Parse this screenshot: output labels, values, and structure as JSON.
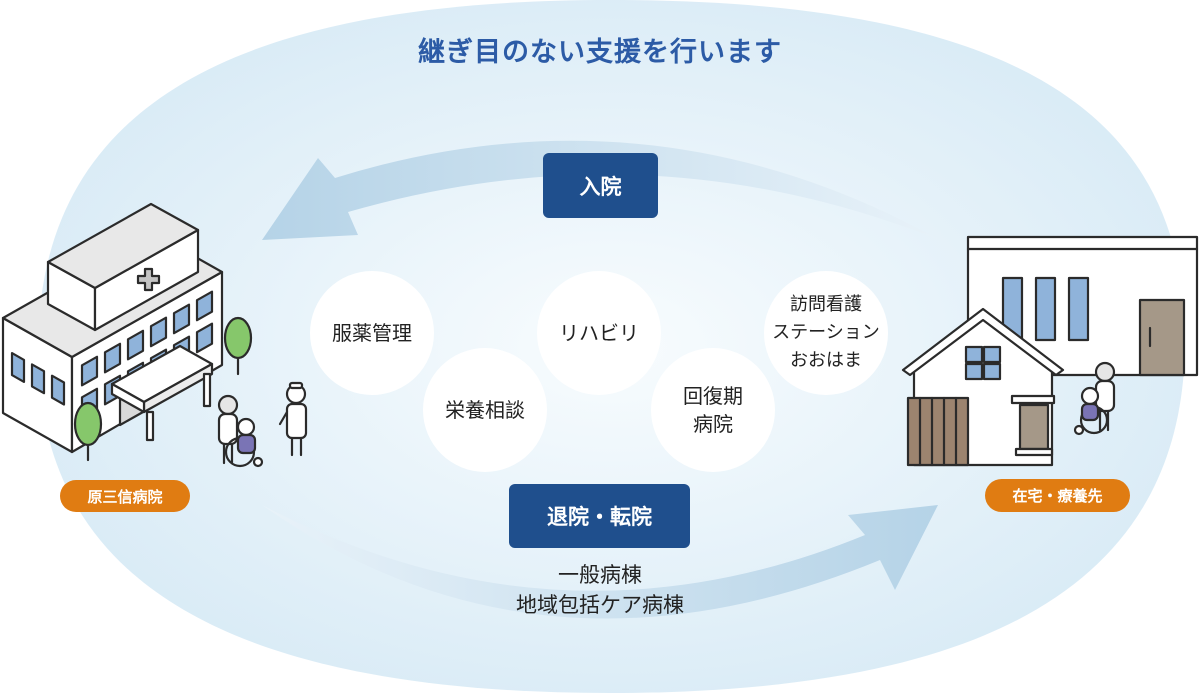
{
  "title": "継ぎ目のない支援を行います",
  "flow": {
    "admission": "入院",
    "discharge": "退院・転院",
    "discharge_wards": [
      "一般病棟",
      "地域包括ケア病棟"
    ]
  },
  "services": [
    {
      "lines": [
        "服薬管理"
      ]
    },
    {
      "lines": [
        "リハビリ"
      ]
    },
    {
      "lines": [
        "栄養相談"
      ]
    },
    {
      "lines": [
        "回復期",
        "病院"
      ]
    },
    {
      "lines": [
        "訪問看護",
        "ステーション",
        "おおはま"
      ]
    }
  ],
  "locations": {
    "hospital": "原三信病院",
    "home": "在宅・療養先"
  },
  "icons": {
    "hospital": "hospital-building-icon",
    "home": "house-icon",
    "facility": "care-facility-icon",
    "medical_cross": "medical-cross-icon",
    "patient": "wheelchair-icon",
    "staff": "nurse-icon",
    "tree": "tree-icon"
  },
  "colors": {
    "title": "#2c5ba6",
    "flow_box": "#1f4f8d",
    "location_pill": "#e07c12",
    "service_circle": "#ffffff",
    "background": "#e3f0f8",
    "arrow": "#bcd8ea",
    "tree": "#86c76b",
    "window": "#8fb3da"
  }
}
